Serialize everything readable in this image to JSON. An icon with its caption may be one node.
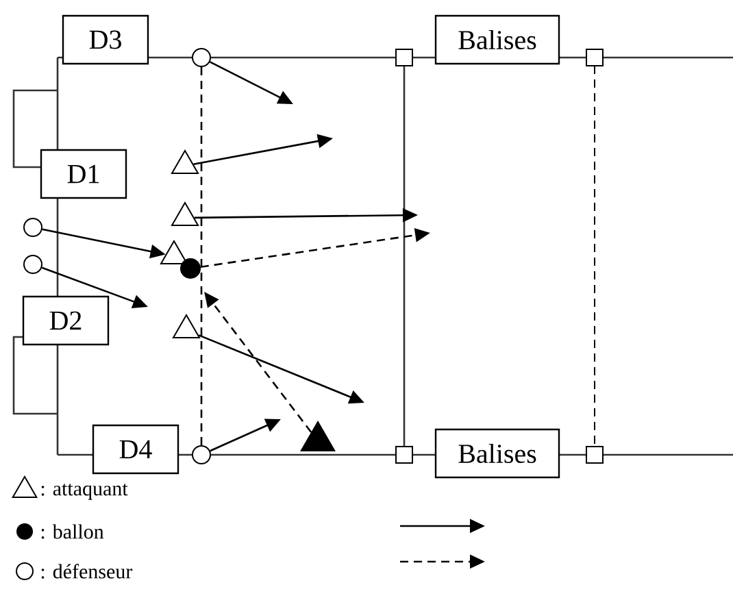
{
  "diagram": {
    "nodes": [
      {
        "text": [
          "D3"
        ]
      },
      {
        "text": [
          "D1"
        ]
      },
      {
        "text": [
          "D2"
        ]
      },
      {
        "text": [
          "D4"
        ]
      },
      {
        "text": [
          "Balises"
        ]
      },
      {
        "text": [
          "Balises"
        ]
      },
      {
        "text": [],
        "shape": "circle"
      },
      {
        "text": [],
        "shape": "triangle"
      },
      {
        "text": [],
        "shape": "triangle"
      },
      {
        "text": [],
        "shape": "circle"
      },
      {
        "text": [],
        "shape": "triangle"
      },
      {
        "text": [],
        "shape": "circle"
      },
      {
        "text": [],
        "shape": "circle"
      },
      {
        "text": [],
        "shape": "triangle"
      },
      {
        "text": [],
        "shape": "circle"
      },
      {
        "text": [],
        "shape": "triangle"
      }
    ],
    "edges": [
      {
        "from": 6,
        "to": null,
        "arrow": "to"
      },
      {
        "from": 7,
        "to": null,
        "arrow": "to"
      },
      {
        "from": 8,
        "to": null,
        "arrow": "to"
      },
      {
        "from": 9,
        "to": 10,
        "arrow": "to"
      },
      {
        "from": 12,
        "to": null,
        "arrow": "to"
      },
      {
        "from": 11,
        "to": null,
        "arrow": "to",
        "style": "dashed"
      },
      {
        "from": 13,
        "to": null,
        "arrow": "to"
      },
      {
        "from": 14,
        "to": null,
        "arrow": "to"
      },
      {
        "from": 15,
        "to": null,
        "arrow": "to",
        "style": "dashed"
      },
      {
        "from": 6,
        "to": 14,
        "arrow": "none",
        "style": "dashed"
      }
    ],
    "legend": [
      {
        "text": ": attaquant"
      },
      {
        "text": ": ballon"
      },
      {
        "text": ": défenseur"
      }
    ]
  }
}
